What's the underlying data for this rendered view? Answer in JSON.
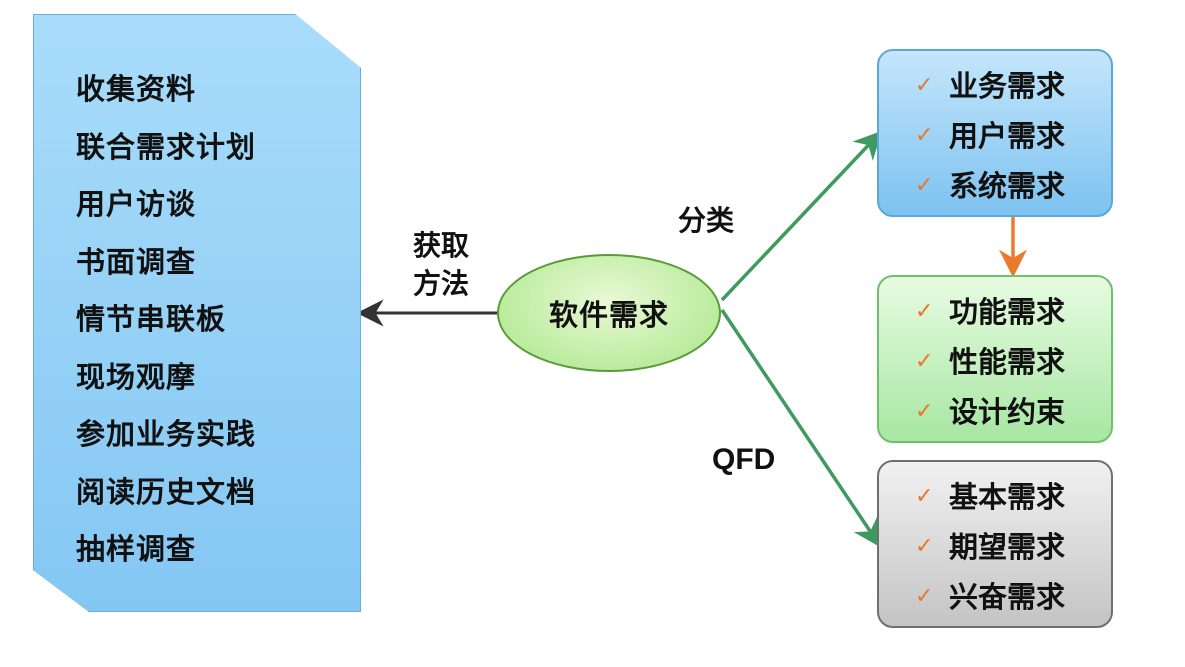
{
  "center": {
    "label": "软件需求"
  },
  "methods": {
    "label": "获取方法",
    "label_lines": [
      "获取",
      "方法"
    ],
    "items": [
      "收集资料",
      "联合需求计划",
      "用户访谈",
      "书面调查",
      "情节串联板",
      "现场观摩",
      "参加业务实践",
      "阅读历史文档",
      "抽样调查"
    ]
  },
  "classification": {
    "label": "分类",
    "level1": [
      "业务需求",
      "用户需求",
      "系统需求"
    ],
    "level2": [
      "功能需求",
      "性能需求",
      "设计约束"
    ]
  },
  "qfd": {
    "label": "QFD",
    "items": [
      "基本需求",
      "期望需求",
      "兴奋需求"
    ]
  },
  "check_glyph": "✓",
  "colors": {
    "connector_dark": "#333333",
    "connector_green": "#3f9a60",
    "connector_orange": "#ec7a2c",
    "check": "#e8772a",
    "methods_fill": "#8fcdf5",
    "center_fill": "#bdeca0",
    "blue_box": "#8fcbf3",
    "green_box": "#b9edb3",
    "gray_box": "#d3d3d3"
  }
}
